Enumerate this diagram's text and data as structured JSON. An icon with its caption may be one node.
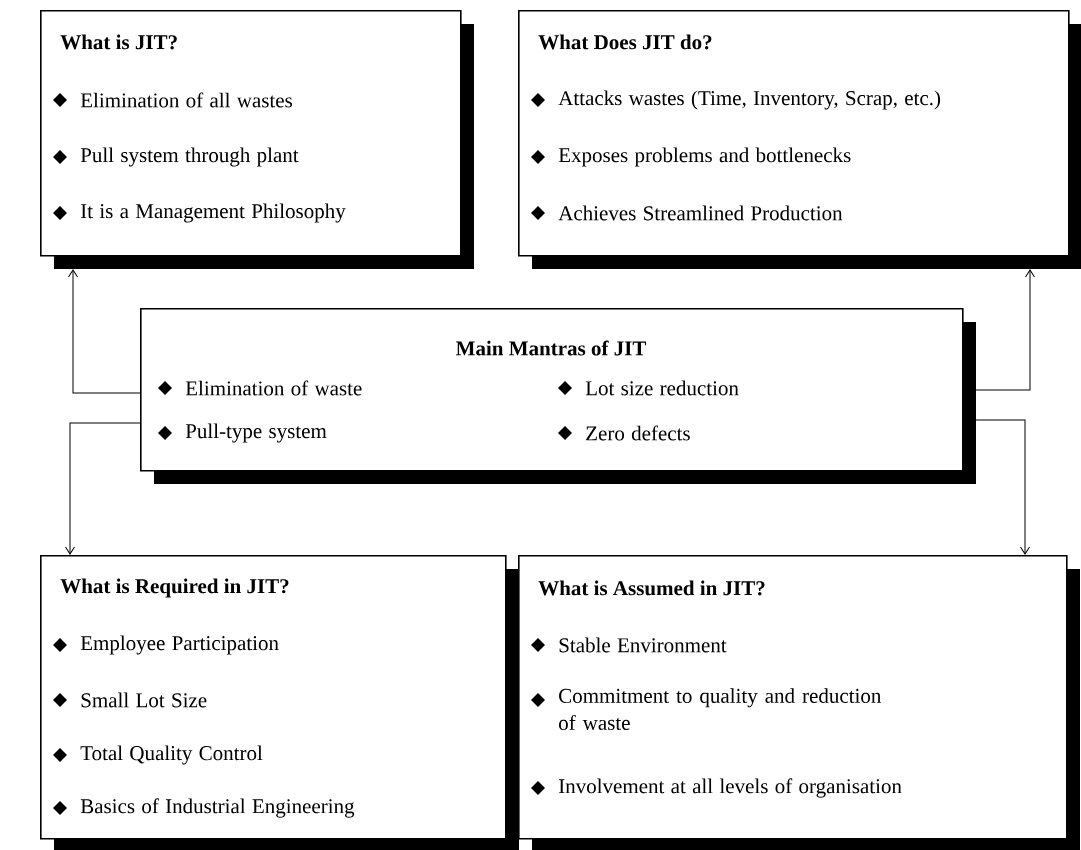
{
  "diagram": {
    "nodes": [
      {
        "text": [
          "What is JIT?",
          "Elimination of all wastes",
          "Pull system through plant",
          "It is a Management Philosophy"
        ]
      },
      {
        "text": [
          "What Does JIT do?",
          "Attacks wastes (Time, Inventory, Scrap, etc.)",
          "Exposes problems and bottlenecks",
          "Achieves Streamlined Production"
        ]
      },
      {
        "text": [
          "Main Mantras of JIT",
          "Elimination of waste",
          "Pull-type system",
          "Lot size reduction",
          "Zero defects"
        ]
      },
      {
        "text": [
          "What is Required in JIT?",
          "Employee Participation",
          "Small Lot Size",
          "Total Quality Control",
          "Basics of Industrial Engineering"
        ]
      },
      {
        "text": [
          "What is Assumed in JIT?",
          "Stable Environment",
          "Commitment to quality and reduction of waste",
          "Involvement at all levels of organisation"
        ]
      }
    ],
    "edges": [
      {
        "from": 2,
        "to": 0,
        "arrow": "to"
      },
      {
        "from": 2,
        "to": 1,
        "arrow": "to"
      },
      {
        "from": 2,
        "to": 3,
        "arrow": "to"
      },
      {
        "from": 2,
        "to": 4,
        "arrow": "to"
      }
    ]
  }
}
